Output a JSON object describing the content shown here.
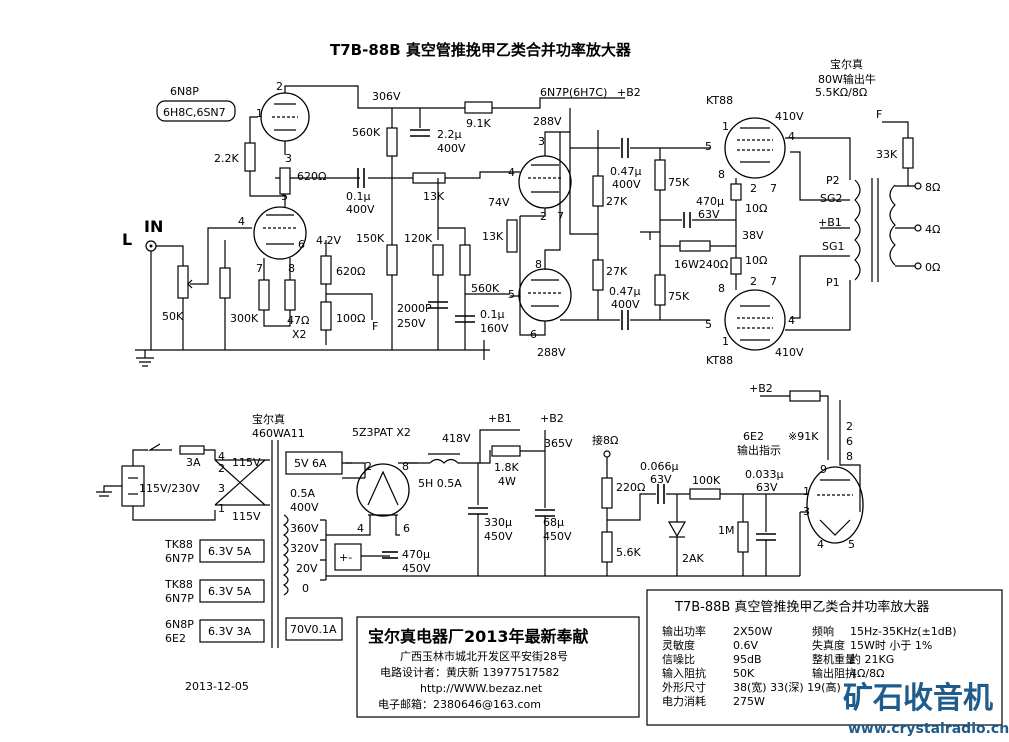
{
  "title": "T7B-88B 真空管推挽甲乙类合并功率放大器",
  "tubes": {
    "input_type": "6N8P",
    "input_equiv": "6H8C,6SN7",
    "driver_type": "6N7P(6H7C)",
    "power_top": "KT88",
    "power_bottom": "KT88",
    "rect": "5Z3PAT X2",
    "indicator": "6E2",
    "indicator_note": "输出指示"
  },
  "amp_labels": {
    "in": "IN",
    "l": "L",
    "v306": "306V",
    "r9k1": "9.1K",
    "b2": "+B2",
    "v288a": "288V",
    "v288b": "288V",
    "r560k": "560K",
    "c22u": "2.2μ",
    "v400a": "400V",
    "r22k": "2.2K",
    "r620a": "620Ω",
    "c01a": "0.1μ",
    "v400b": "400V",
    "r13k": "13K",
    "r150k": "150K",
    "r120k": "120K",
    "v74": "74V",
    "r13kb": "13K",
    "r27ka": "27K",
    "r27kb": "27K",
    "c047a": "0.47μ",
    "v400c": "400V",
    "c047b": "0.47μ",
    "v400d": "400V",
    "r75ka": "75K",
    "r75kb": "75K",
    "c470": "470μ",
    "v63": "63V",
    "r10a": "10Ω",
    "r10b": "10Ω",
    "v38": "38V",
    "r16w": "16W240Ω",
    "v410a": "410V",
    "v410b": "410V",
    "v42": "4.2V",
    "r620b": "620Ω",
    "r100": "100Ω",
    "f": "F",
    "r50k": "50K",
    "r300k": "300K",
    "r47": "47Ω",
    "x2": "X2",
    "c2000": "2000P",
    "v250": "250V",
    "r560kb": "560K",
    "c01b": "0.1μ",
    "v160": "160V",
    "ot_brand": "宝尔真",
    "ot_spec": "80W输出牛",
    "ot_imp": "5.5KΩ/8Ω",
    "f2": "F",
    "r33k": "33K",
    "o8": "8Ω",
    "o4": "4Ω",
    "o0": "0Ω",
    "p2": "P2",
    "sg2": "SG2",
    "b1": "+B1",
    "sg1": "SG1",
    "p1": "P1"
  },
  "psu_labels": {
    "pt_brand": "宝尔真",
    "pt_spec": "460WA11",
    "fuse": "3A",
    "v115a": "115V",
    "v115b": "115V",
    "mains": "115V/230V",
    "s5v": "5V 6A",
    "s05a": "0.5A",
    "s400": "400V",
    "s360": "360V",
    "s320": "320V",
    "s20": "20V",
    "s0": "0",
    "s70": "70V0.1A",
    "tk88a": "TK88",
    "n7pa": "6N7P",
    "h63a": "6.3V 5A",
    "tk88b": "TK88",
    "n7pb": "6N7P",
    "h63b": "6.3V 5A",
    "n8p": "6N8P",
    "e2": "6E2",
    "h63c": "6.3V 3A",
    "v418": "418V",
    "choke": "5H 0.5A",
    "b1": "+B1",
    "b2": "+B2",
    "r18k": "1.8K",
    "r4w": "4W",
    "v365": "365V",
    "c330": "330μ",
    "v450a": "450V",
    "c68": "68μ",
    "v450b": "450V",
    "c470": "470μ",
    "v450c": "450V",
    "jie": "接8Ω",
    "r220": "220Ω",
    "r56k": "5.6K",
    "c066": "0.066μ",
    "v63a": "63V",
    "r100k": "100K",
    "c033": "0.033μ",
    "v63b": "63V",
    "r1m": "1M",
    "d2ak": "2AK",
    "b2i": "+B2",
    "r91k": "※91K",
    "date": "2013-12-05"
  },
  "factory": {
    "name": "宝尔真电器厂2013年最新奉献",
    "addr": "广西玉林市城北开发区平安街28号",
    "designer": "电路设计者：黄庆新    13977517582",
    "web": "http://WWW.bezaz.net",
    "email": "电子邮箱：2380646@163.com"
  },
  "spec": {
    "title": "T7B-88B 真空管推挽甲乙类合并功率放大器",
    "rows": [
      {
        "k1": "输出功率",
        "v1": "2X50W",
        "k2": "频响",
        "v2": "15Hz-35KHz(±1dB)"
      },
      {
        "k1": "灵敏度",
        "v1": "0.6V",
        "k2": "失真度",
        "v2": "15W时 小于 1%"
      },
      {
        "k1": "信噪比",
        "v1": "95dB",
        "k2": "整机重量",
        "v2": "约 21KG"
      },
      {
        "k1": "输入阻抗",
        "v1": "50K",
        "k2": "输出阻抗",
        "v2": "4Ω/8Ω"
      },
      {
        "k1": "外形尺寸",
        "v1": "38(宽) 33(深) 19(高)",
        "k2": "",
        "v2": ""
      },
      {
        "k1": "电力消耗",
        "v1": "275W",
        "k2": "",
        "v2": ""
      }
    ]
  },
  "watermark": {
    "cn": "矿石收音机",
    "en": "www.crystalradio.cn"
  },
  "colors": {
    "line": "#000000",
    "watermark": "#1f5c8c",
    "background": "#ffffff"
  }
}
